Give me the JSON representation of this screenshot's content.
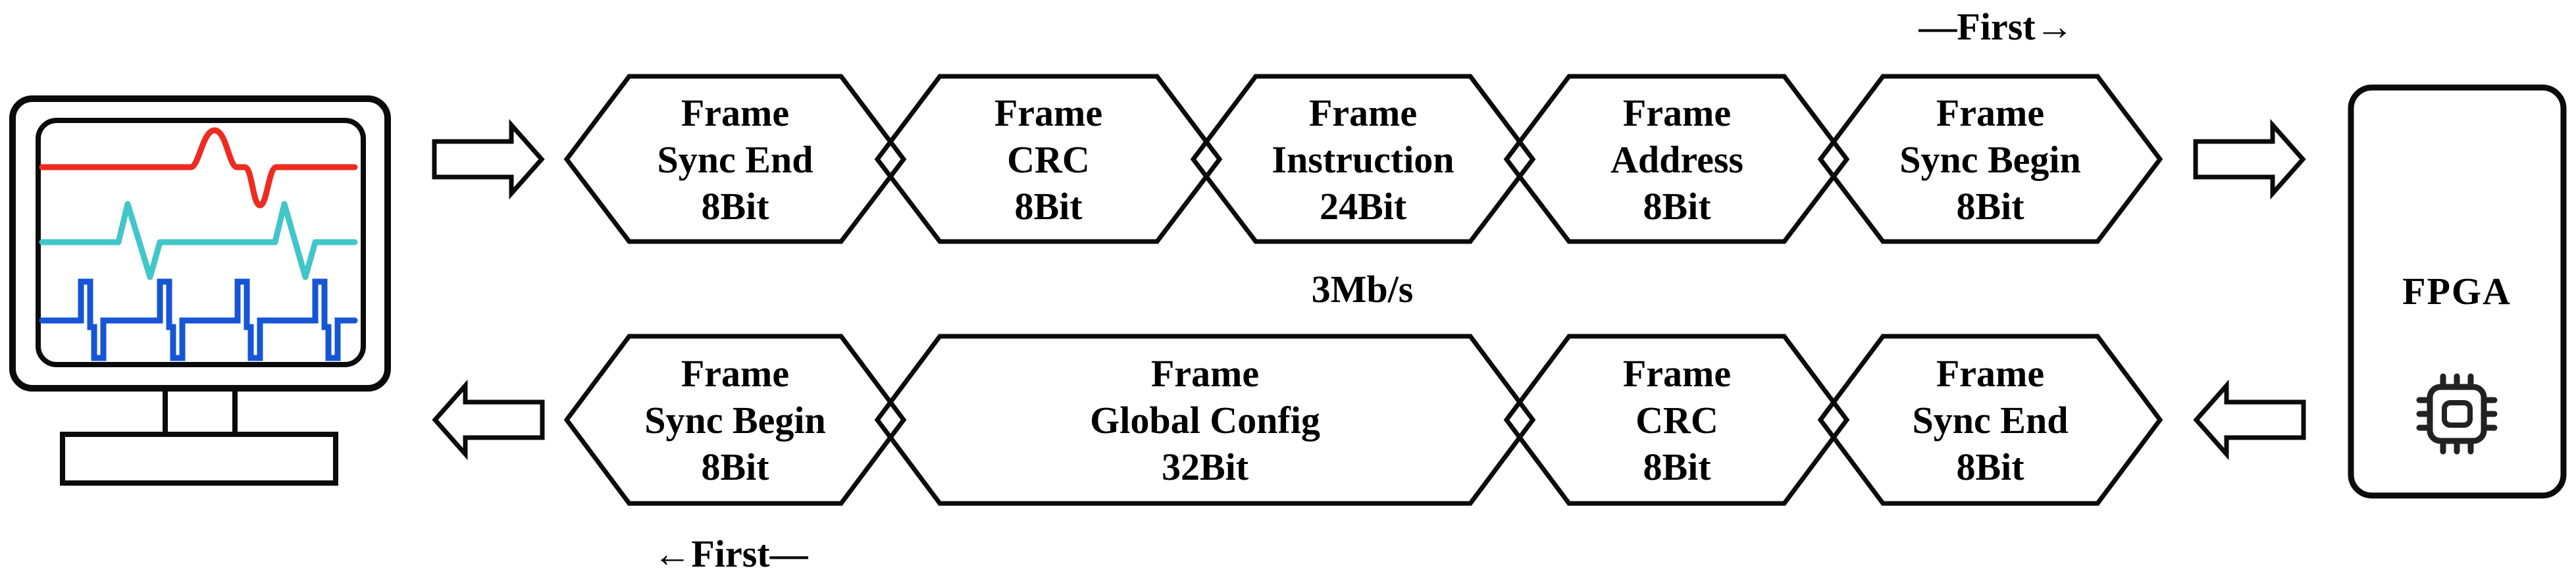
{
  "labels": {
    "bitrate": "3Mb/s",
    "first_to_fpga": "—First→",
    "first_from_fpga": "←First—"
  },
  "target_device": {
    "label": "FPGA",
    "icon": "chip-icon"
  },
  "source_device": {
    "icon": "oscilloscope-monitor-icon"
  },
  "frames": {
    "to_fpga": [
      {
        "title": "Frame",
        "field": "Sync End",
        "bits": "8Bit"
      },
      {
        "title": "Frame",
        "field": "CRC",
        "bits": "8Bit"
      },
      {
        "title": "Frame",
        "field": "Instruction",
        "bits": "24Bit"
      },
      {
        "title": "Frame",
        "field": "Address",
        "bits": "8Bit"
      },
      {
        "title": "Frame",
        "field": "Sync Begin",
        "bits": "8Bit"
      }
    ],
    "from_fpga": [
      {
        "title": "Frame",
        "field": "Sync Begin",
        "bits": "8Bit"
      },
      {
        "title": "Frame",
        "field": "Global Config",
        "bits": "32Bit"
      },
      {
        "title": "Frame",
        "field": "CRC",
        "bits": "8Bit"
      },
      {
        "title": "Frame",
        "field": "Sync End",
        "bits": "8Bit"
      }
    ]
  },
  "colors": {
    "line": "#0b0b0b",
    "wave_red": "#ee2b21",
    "wave_cyan": "#41c6ca",
    "wave_blue": "#1655d6"
  }
}
